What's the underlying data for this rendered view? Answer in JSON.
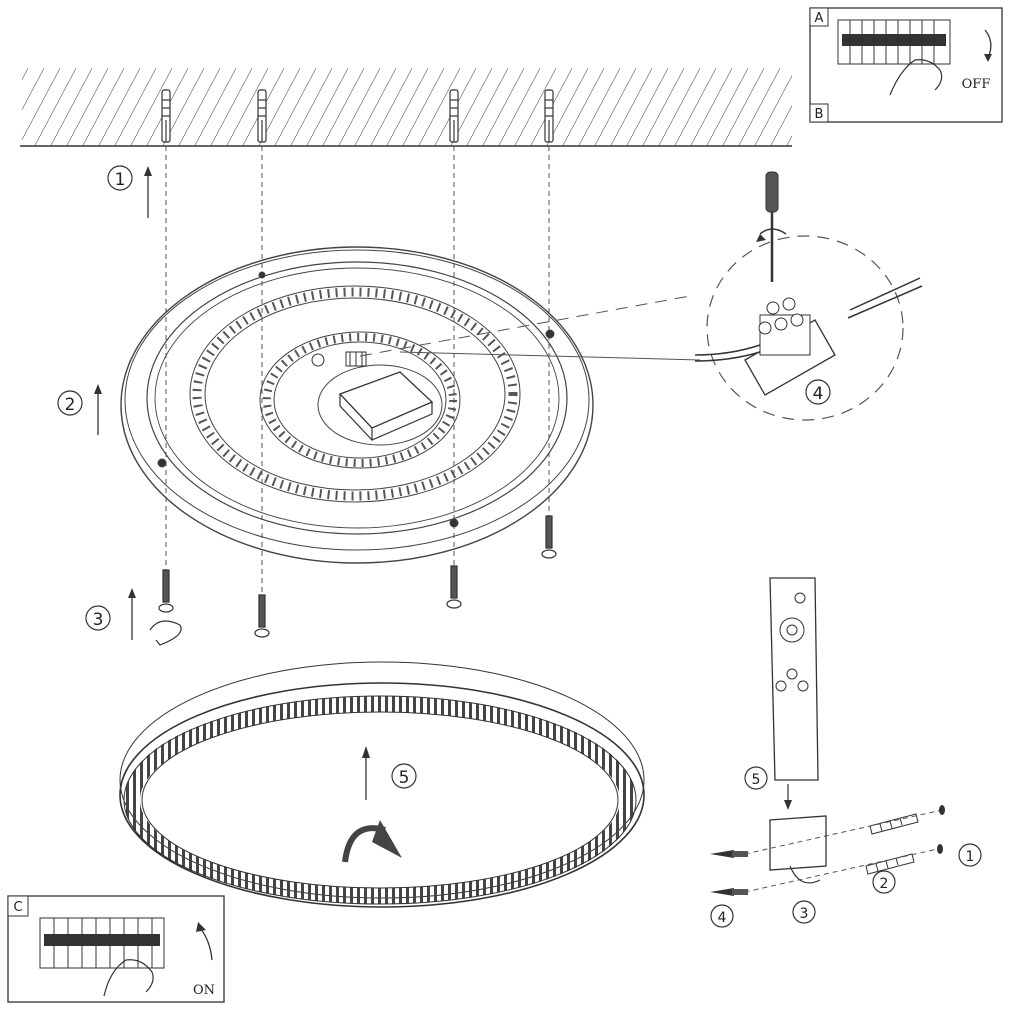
{
  "steps": {
    "ceiling_drill": "1",
    "mount_plate": "2",
    "screws": "3",
    "wiring": "4",
    "attach_cover": "5"
  },
  "panel_a": {
    "label_top": "A",
    "label_bottom": "B",
    "switch_text": "OFF"
  },
  "panel_c": {
    "label": "C",
    "switch_text": "ON"
  },
  "wall_holder": {
    "step_1": "1",
    "step_2": "2",
    "step_3": "3",
    "step_4": "4",
    "step_5": "5"
  },
  "colors": {
    "line": "#333333",
    "light_line": "#777777",
    "bg": "#ffffff"
  }
}
